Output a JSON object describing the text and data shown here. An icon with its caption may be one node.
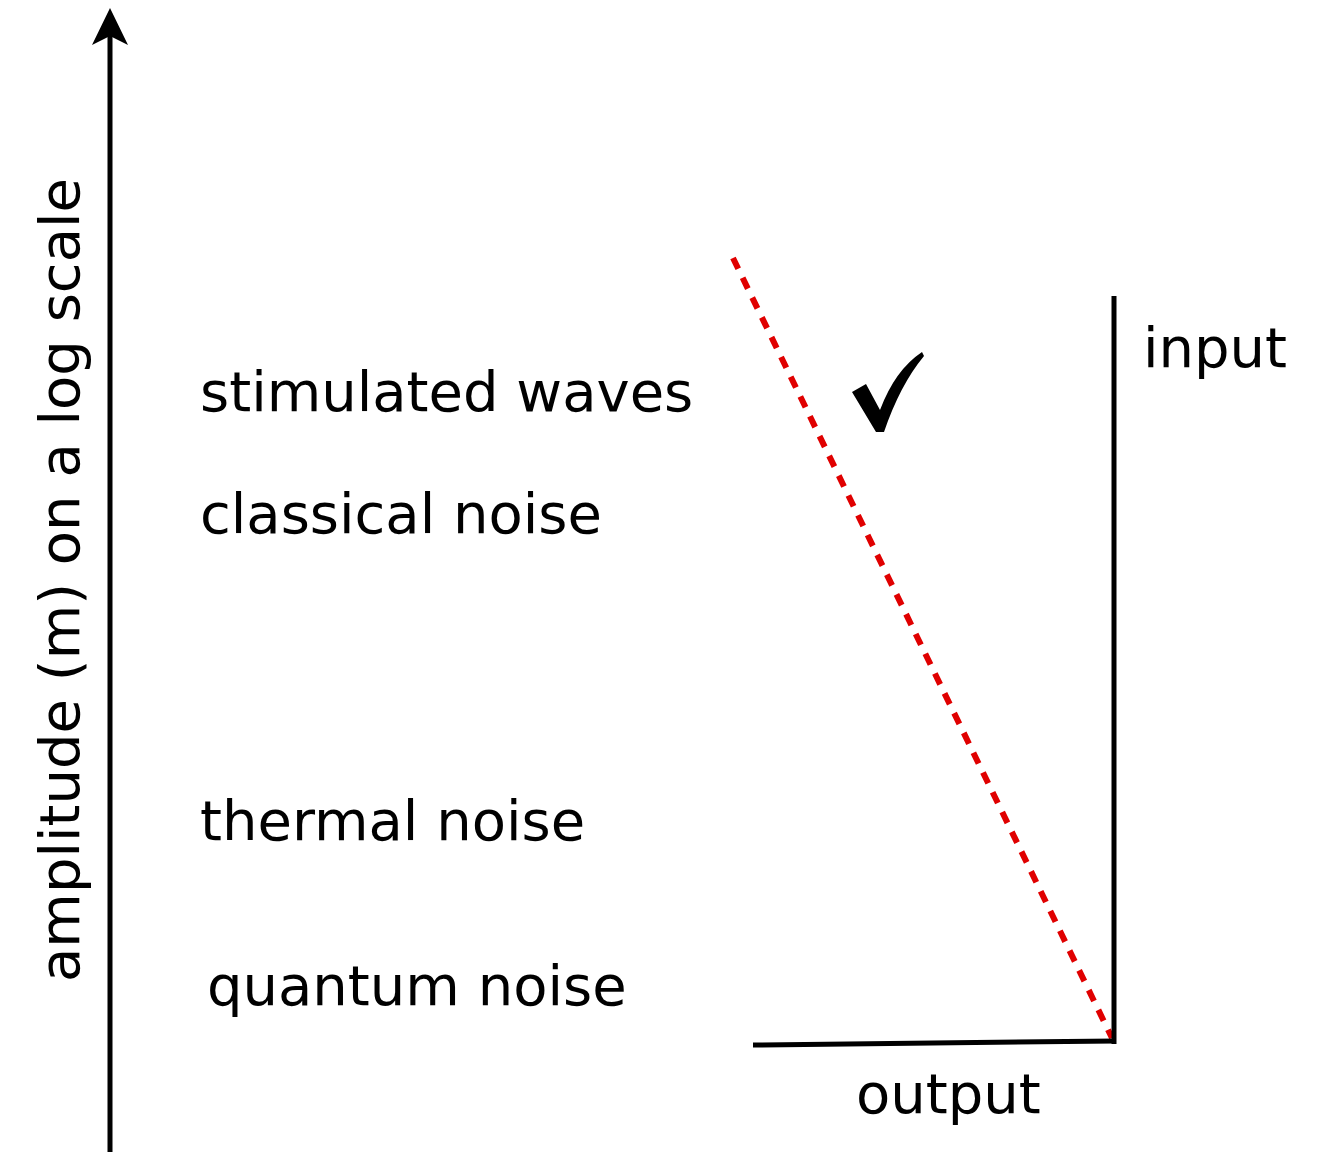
{
  "diagram": {
    "labels": [
      "amplitude (m) on a log scale",
      "input",
      "stimulated waves",
      "classical noise",
      "thermal noise",
      "quantum noise",
      "output"
    ]
  }
}
